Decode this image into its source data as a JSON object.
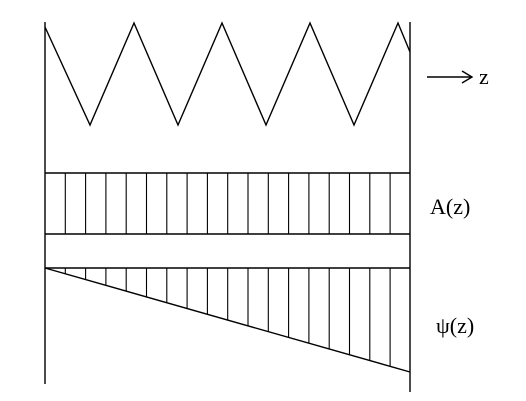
{
  "labels": {
    "z_axis": "z",
    "amplitude": "A(z)",
    "phase": "ψ(z)"
  },
  "colors": {
    "line": "#000000",
    "background": "#ffffff"
  }
}
